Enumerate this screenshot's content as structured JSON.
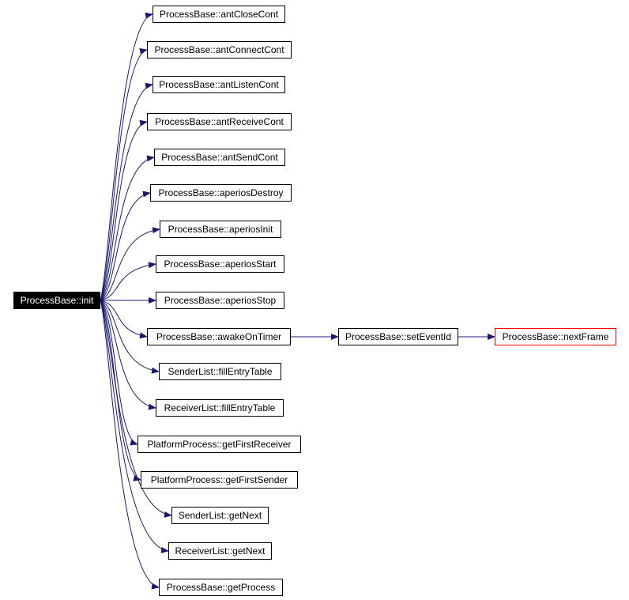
{
  "colors": {
    "edge": "#191970",
    "node_border": "#000000",
    "root_fill": "#000000",
    "root_text": "#ffffff",
    "highlight_border": "#ff0000"
  },
  "root": {
    "label": "ProcessBase::init"
  },
  "callees": [
    {
      "label": "ProcessBase::antCloseCont"
    },
    {
      "label": "ProcessBase::antConnectCont"
    },
    {
      "label": "ProcessBase::antListenCont"
    },
    {
      "label": "ProcessBase::antReceiveCont"
    },
    {
      "label": "ProcessBase::antSendCont"
    },
    {
      "label": "ProcessBase::aperiosDestroy"
    },
    {
      "label": "ProcessBase::aperiosInit"
    },
    {
      "label": "ProcessBase::aperiosStart"
    },
    {
      "label": "ProcessBase::aperiosStop"
    },
    {
      "label": "ProcessBase::awakeOnTimer"
    },
    {
      "label": "SenderList::fillEntryTable"
    },
    {
      "label": "ReceiverList::fillEntryTable"
    },
    {
      "label": "PlatformProcess::getFirstReceiver"
    },
    {
      "label": "PlatformProcess::getFirstSender"
    },
    {
      "label": "SenderList::getNext"
    },
    {
      "label": "ReceiverList::getNext"
    },
    {
      "label": "ProcessBase::getProcess"
    }
  ],
  "chain": [
    {
      "label": "ProcessBase::setEventId"
    },
    {
      "label": "ProcessBase::nextFrame"
    }
  ]
}
